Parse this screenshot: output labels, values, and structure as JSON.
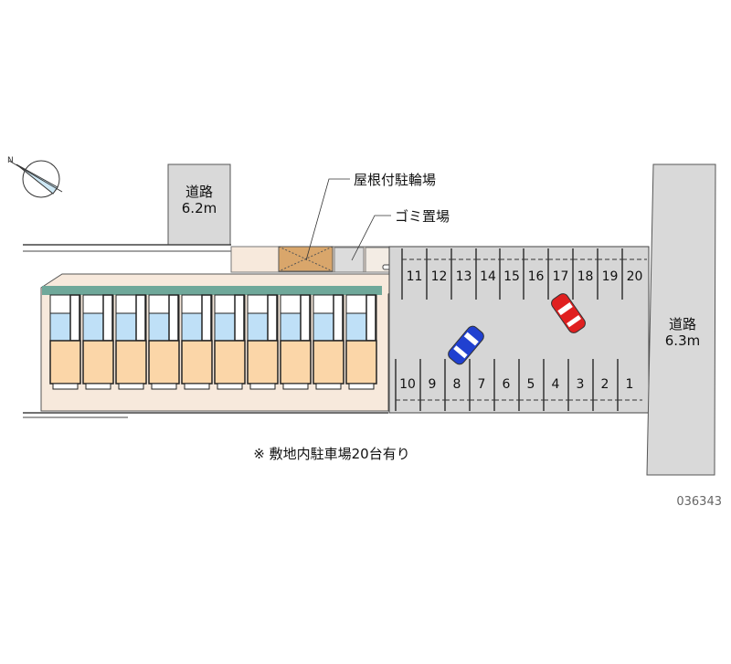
{
  "roads": {
    "north": {
      "name": "道路",
      "width": "6.2m"
    },
    "east": {
      "name": "道路",
      "width": "6.3m"
    }
  },
  "labels": {
    "bicycle_parking": "屋根付駐輪場",
    "garbage": "ゴミ置場"
  },
  "parking": {
    "top_spaces": [
      "11",
      "12",
      "13",
      "14",
      "15",
      "16",
      "17",
      "18",
      "19",
      "20"
    ],
    "bottom_spaces": [
      "10",
      "9",
      "8",
      "7",
      "6",
      "5",
      "4",
      "3",
      "2",
      "1"
    ]
  },
  "note": "※ 敷地内駐車場20台有り",
  "code": "036343",
  "colors": {
    "road": "#d9d9d9",
    "lot": "#f7e9dc",
    "parking": "#d6d6d6",
    "room_blue": "#bfe0f7",
    "room_orange": "#fbd6a8",
    "roof_green": "#6fa89a",
    "shed": "#d9a66b",
    "car_red": "#e02020",
    "car_blue": "#2040d0"
  }
}
